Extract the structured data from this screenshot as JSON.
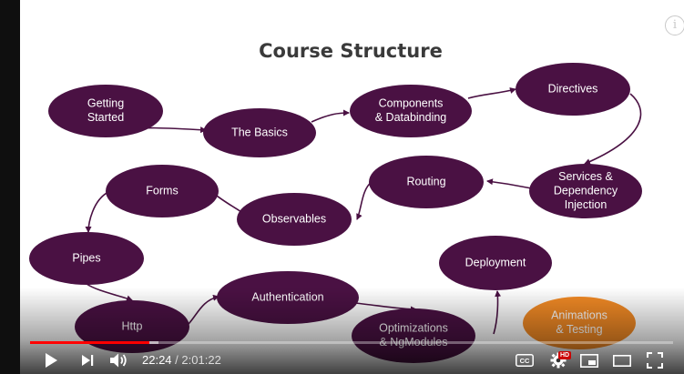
{
  "slide": {
    "title": "Course Structure",
    "colors": {
      "node": "#4a1143",
      "highlight": "#f28a25",
      "arrow": "#4a1143",
      "title": "#3a3a3a",
      "label": "#ffffff"
    },
    "nodes": [
      {
        "id": "getting-started",
        "lines": [
          "Getting",
          "Started"
        ]
      },
      {
        "id": "the-basics",
        "lines": [
          "The Basics"
        ]
      },
      {
        "id": "components",
        "lines": [
          "Components",
          "& Databinding"
        ]
      },
      {
        "id": "directives",
        "lines": [
          "Directives"
        ]
      },
      {
        "id": "services",
        "lines": [
          "Services &",
          "Dependency",
          "Injection"
        ]
      },
      {
        "id": "routing",
        "lines": [
          "Routing"
        ]
      },
      {
        "id": "observables",
        "lines": [
          "Observables"
        ]
      },
      {
        "id": "forms",
        "lines": [
          "Forms"
        ]
      },
      {
        "id": "pipes",
        "lines": [
          "Pipes"
        ]
      },
      {
        "id": "http",
        "lines": [
          "Http"
        ]
      },
      {
        "id": "authentication",
        "lines": [
          "Authentication"
        ]
      },
      {
        "id": "optimizations",
        "lines": [
          "Optimizations",
          "& NgModules"
        ]
      },
      {
        "id": "deployment",
        "lines": [
          "Deployment"
        ]
      },
      {
        "id": "animations",
        "lines": [
          "Animations",
          "& Testing"
        ],
        "highlighted": true
      }
    ]
  },
  "player": {
    "current_time": "22:24",
    "separator": "/",
    "duration": "2:01:22",
    "played_fraction": 0.185,
    "loaded_fraction": 0.2,
    "hd_badge": "HD",
    "cc_label": "CC",
    "info_glyph": "i",
    "colors": {
      "progress_played": "#ff0000"
    },
    "icons": [
      "play-icon",
      "next-icon",
      "volume-icon",
      "captions-icon",
      "settings-icon",
      "miniplayer-icon",
      "theater-icon",
      "fullscreen-icon"
    ]
  }
}
